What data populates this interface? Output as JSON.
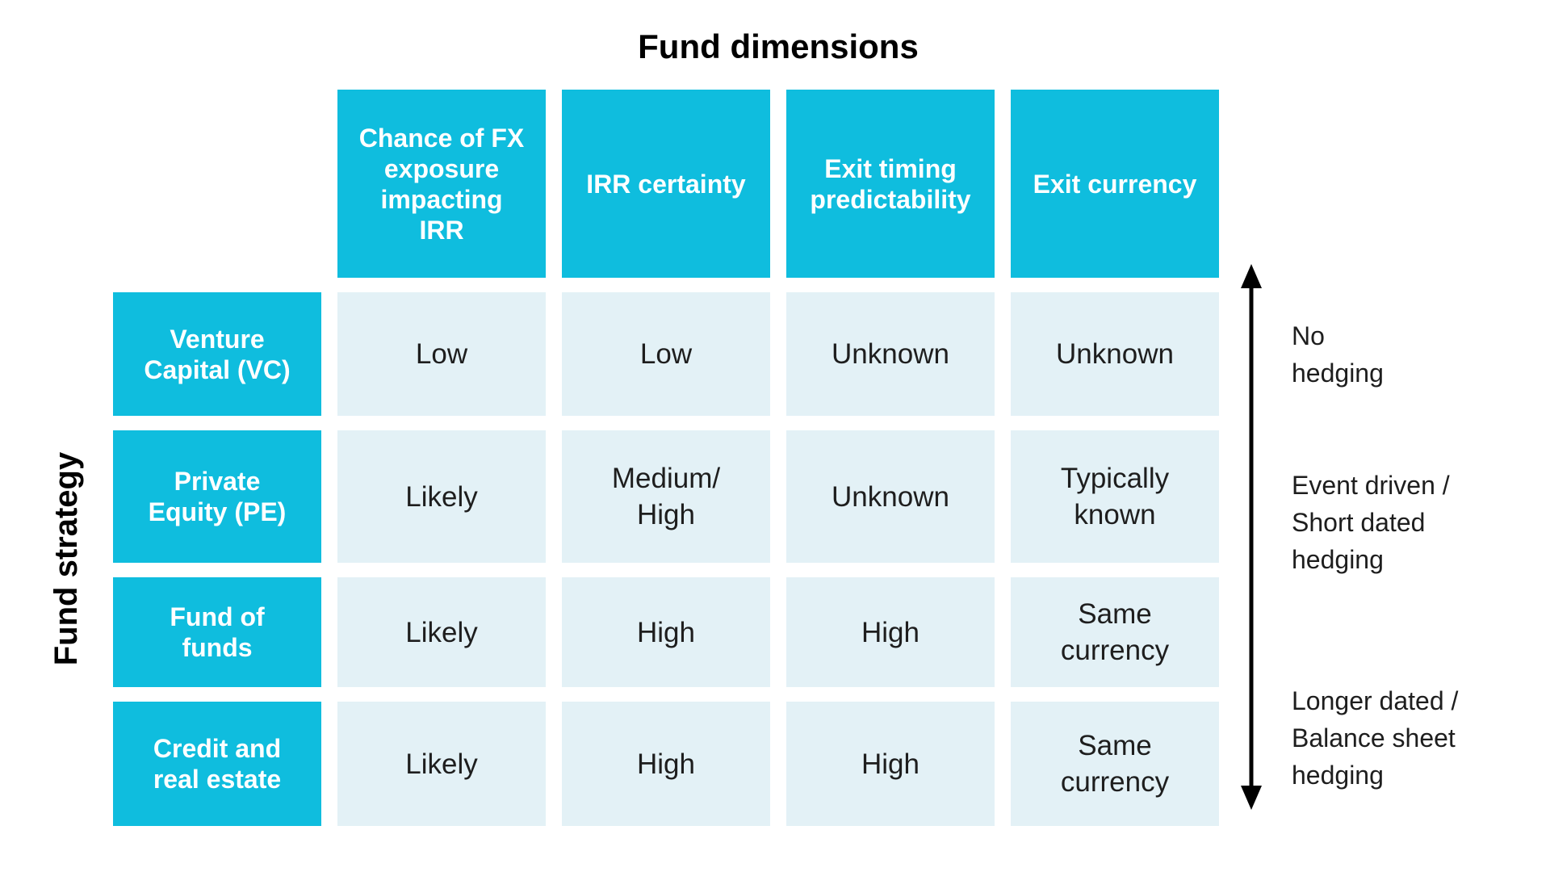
{
  "title": "Fund dimensions",
  "row_axis_label": "Fund strategy",
  "columns": [
    "Chance of FX\nexposure\nimpacting\nIRR",
    "IRR certainty",
    "Exit timing\npredictability",
    "Exit currency"
  ],
  "rows": [
    {
      "label": "Venture\nCapital (VC)",
      "values": [
        "Low",
        "Low",
        "Unknown",
        "Unknown"
      ]
    },
    {
      "label": "Private\nEquity (PE)",
      "values": [
        "Likely",
        "Medium/\nHigh",
        "Unknown",
        "Typically\nknown"
      ]
    },
    {
      "label": "Fund of\nfunds",
      "values": [
        "Likely",
        "High",
        "High",
        "Same\ncurrency"
      ]
    },
    {
      "label": "Credit and\nreal estate",
      "values": [
        "Likely",
        "High",
        "High",
        "Same\ncurrency"
      ]
    }
  ],
  "hedging_labels": [
    "No\nhedging",
    "Event driven /\nShort dated\nhedging",
    "Longer dated /\nBalance sheet\nhedging"
  ],
  "colors": {
    "accent": "#0FBDDE",
    "cell-bg": "#E3F1F6",
    "text-dark": "#1E1E1E",
    "arrow": "#000000"
  }
}
